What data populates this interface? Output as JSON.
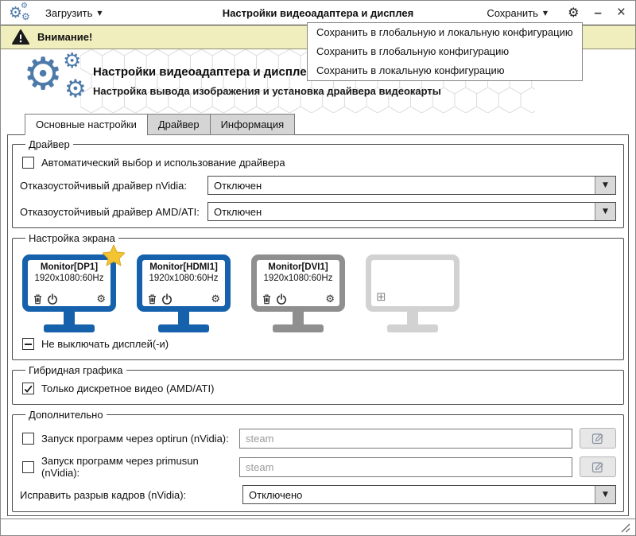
{
  "window": {
    "title": "Настройки видеоадаптера и дисплея"
  },
  "toolbar": {
    "load_label": "Загрузить",
    "save_label": "Сохранить",
    "title": "Настройки видеоадаптера и дисплея"
  },
  "save_menu": {
    "items": [
      "Сохранить в глобальную и локальную конфигурацию",
      "Сохранить в глобальную конфигурацию",
      "Сохранить в локальную конфигурацию"
    ]
  },
  "banner": {
    "text": "Внимание!"
  },
  "header": {
    "title": "Настройки видеоадаптера и дисплея",
    "subtitle": "Настройка вывода изображения и установка драйвера видеокарты"
  },
  "tabs": [
    {
      "label": "Основные настройки",
      "active": true
    },
    {
      "label": "Драйвер",
      "active": false
    },
    {
      "label": "Информация",
      "active": false
    }
  ],
  "driver_group": {
    "legend": "Драйвер",
    "auto_label": "Автоматический выбор и использование драйвера",
    "auto_checked": false,
    "nvidia_label": "Отказоустойчивый драйвер nVidia:",
    "nvidia_value": "Отключен",
    "amd_label": "Отказоустойчивый драйвер AMD/ATI:",
    "amd_value": "Отключен"
  },
  "screen_group": {
    "legend": "Настройка экрана",
    "monitors": [
      {
        "name": "Monitor[DP1]",
        "resolution": "1920x1080:60Hz",
        "state": "active",
        "primary": true,
        "color": "#1661ac"
      },
      {
        "name": "Monitor[HDMI1]",
        "resolution": "1920x1080:60Hz",
        "state": "active",
        "primary": false,
        "color": "#1661ac"
      },
      {
        "name": "Monitor[DVI1]",
        "resolution": "1920x1080:60Hz",
        "state": "disabled",
        "primary": false,
        "color": "#8f8f8f"
      },
      {
        "state": "empty",
        "primary": false,
        "color": "#d2d2d2"
      }
    ],
    "keep_on_label": "Не выключать дисплей(-и)",
    "keep_on_state": "partial"
  },
  "hybrid_group": {
    "legend": "Гибридная графика",
    "discrete_label": "Только дискретное видео (AMD/ATI)",
    "discrete_checked": true
  },
  "extra_group": {
    "legend": "Дополнительно",
    "optirun_label": "Запуск программ через optirun (nVidia):",
    "optirun_checked": false,
    "optirun_placeholder": "steam",
    "primusrun_label": "Запуск программ через primusun (nVidia):",
    "primusrun_checked": false,
    "primusrun_placeholder": "steam",
    "tearing_label": "Исправить разрыв кадров (nVidia):",
    "tearing_value": "Отключено"
  },
  "icons": {
    "gear": "⚙",
    "dropdown_arrow": "▼",
    "minimize": "–",
    "close": "×",
    "add_box": "⊞"
  },
  "colors": {
    "banner_bg": "#f1eebd",
    "accent_blue": "#4d7aa9",
    "monitor_active": "#1661ac",
    "monitor_disabled": "#8f8f8f",
    "monitor_empty": "#d2d2d2",
    "star": "#f3c431"
  }
}
